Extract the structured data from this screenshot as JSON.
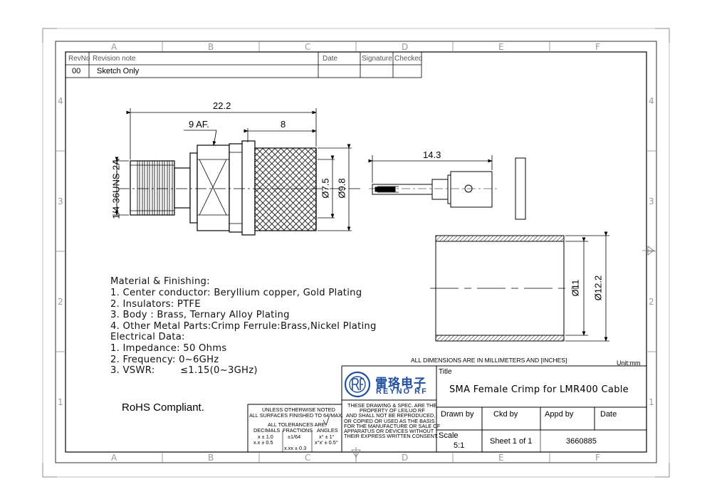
{
  "zones": {
    "columns": [
      "A",
      "B",
      "C",
      "D",
      "E",
      "F"
    ],
    "rows": [
      "4",
      "3",
      "2",
      "1"
    ]
  },
  "revision_table": {
    "headers": {
      "revno": "RevNo",
      "note": "Revision note",
      "date": "Date",
      "signature": "Signature",
      "checked": "Checked"
    },
    "row": {
      "revno": "00",
      "note": "Sketch Only"
    }
  },
  "dimensions": {
    "overall_length": "22.2",
    "hex_af": "9 AF.",
    "ferrule_length": "8",
    "thread": "1/4-36UNS-2A",
    "dia_7_5": "Ø7.5",
    "dia_9_8": "Ø9.8",
    "pin_length": "14.3",
    "dia_11": "Ø11",
    "dia_12_2": "Ø12.2"
  },
  "notes": [
    "Material & Finishing:",
    "1. Center conductor: Beryllium copper, Gold Plating",
    "2. Insulators: PTFE",
    "3. Body : Brass, Ternary Alloy Plating",
    "4. Other Metal Parts:Crimp Ferrule:Brass,Nickel Plating",
    "Electrical Data:",
    "1. Impedance: 50 Ohms",
    "2. Frequency: 0~6GHz",
    "3. VSWR:        ≤1.15(0~3GHz)"
  ],
  "rohs": "RoHS Compliant.",
  "dims_note": "ALL DIMENSIONS ARE IN MILLIMETERS AND [INCHES]",
  "unit": "Unit:mm",
  "tolerance_block": {
    "line1": "UNLESS OTHERWISE NOTED",
    "line2": "ALL SURFACES FINISHED TO 64/MAX.",
    "line3": "ALL TOLERANCES ARE:",
    "col_decimals": "DECIMALS",
    "col_fractions": "FRACTIONS",
    "col_angles": "ANGLES",
    "dec1": "x ± 1.0",
    "dec2": "x.x ± 0.5",
    "dec3": "x.xx ± 0.3",
    "frac": "±1/64",
    "ang1": "x° ± 1°",
    "ang2": "x°x' ± 0.5°"
  },
  "logo": {
    "chinese": "雷珞电子",
    "english": "REYNO RF"
  },
  "property_note": [
    "THESE DRAWING & SPEC. ARE THE",
    "PROPERTY OF LEILUO RF",
    "AND SHALL NOT BE REPRODUCED,",
    "OR COPIED OR USED AS THE BASIS",
    "FOR THE MANUFACTURE OR SALE OF",
    "APPARATUS OR DEVICES WITHOUT",
    "THEIR EXPRESS WRITTEN CONSENT."
  ],
  "title_block": {
    "title_label": "Title",
    "title": "SMA Female Crimp for LMR400 Cable",
    "drawn_by": "Drawn by",
    "ckd_by": "Ckd by",
    "appd_by": "Appd by",
    "date": "Date",
    "scale_label": "Scale",
    "scale": "5:1",
    "sheet": "Sheet 1 of 1",
    "part_number": "3660885"
  },
  "colors": {
    "line": "#000000",
    "zone_text": "#9a9a9a",
    "frame": "#444444"
  }
}
